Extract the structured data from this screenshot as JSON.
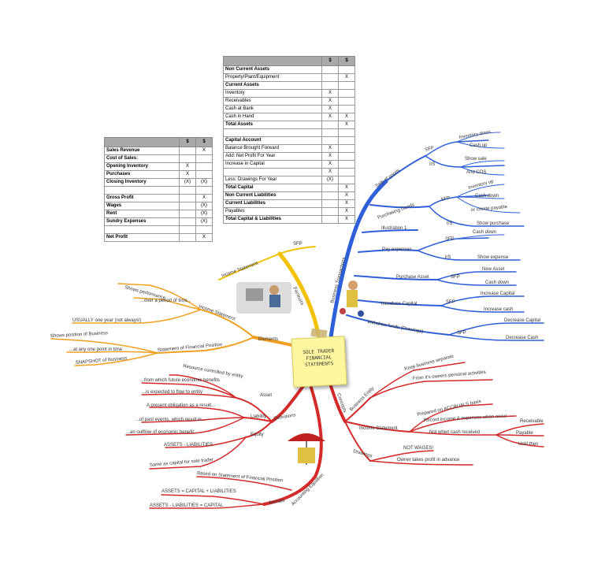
{
  "central_topic": [
    "SOLE TRADER",
    "FINANCIAL",
    "STATEMENTS"
  ],
  "branches": {
    "formats": {
      "label": "Formats",
      "children": [
        "Income Statement",
        "SFP"
      ]
    },
    "elements": {
      "label": "Elements",
      "income_statement": {
        "label": "Income Statement",
        "children": [
          "Shows performance",
          "...over a period of time...",
          "USUALLY one year (not always!)"
        ]
      },
      "sfp": {
        "label": "Statement of Financial Position",
        "children": [
          "Shows position of Business",
          "...at any one point in time",
          "SNAPSHOT of Business"
        ]
      }
    },
    "definitions": {
      "label": "Definitions",
      "asset": {
        "label": "Asset",
        "children": [
          "Resource controlled by entity",
          "...from which future economic benefits",
          "...is expected to flow to entity"
        ]
      },
      "liability": {
        "label": "Liability",
        "children": [
          "A present obligation as a result...",
          "...of past events, which result in...",
          "...an outflow of economic benefit"
        ]
      },
      "equity": {
        "label": "Equity",
        "children": [
          "ASSETS - LIABILITIES",
          "Same as capital for sole trader"
        ]
      }
    },
    "accounting_equation": {
      "label": "Accounting Equation",
      "children": [
        "Based on Statement of Financial Position"
      ],
      "formats": {
        "label": "formats",
        "children": [
          "ASSETS = CAPITAL + LIABILITIES",
          "ASSETS - LIABILITIES = CAPITAL"
        ]
      }
    },
    "concepts": {
      "label": "Concepts",
      "business_entity": {
        "label": "Business Entity",
        "children": [
          "Keep business separate",
          "From it's owners personal activities"
        ]
      },
      "income_statement": {
        "label": "Income Statement",
        "children": [
          "Prepared on ACCRUALS basis",
          "Record income & expenses when occur"
        ],
        "not_when": "Not when cash received",
        "not_when_children": [
          "Receivable",
          "Payable",
          "Until then"
        ]
      },
      "drawings": {
        "label": "Drawings",
        "children": [
          "NOT WAGES!",
          "Owner takes profit in advance"
        ]
      }
    },
    "business_transactions": {
      "label": "Business Transactions",
      "sale_of_goods": {
        "label": "Sale of goods",
        "sfp": {
          "label": "SFP",
          "children": [
            "Inventory down",
            "Cash up"
          ]
        },
        "is": {
          "label": "I/S",
          "children": [
            "Show sale",
            "And COS"
          ]
        }
      },
      "purchasing_goods": {
        "label": "Purchasing Goods",
        "sfp": {
          "label": "SFP",
          "children": [
            "Inventory up",
            "Cash down",
            "or create payable"
          ]
        },
        "is": {
          "label": "I/S",
          "children": [
            "Show purchase"
          ]
        }
      },
      "illustration": "Illustration 1",
      "pay_expenses": {
        "label": "Pay expenses",
        "sfp": {
          "label": "SFP",
          "children": [
            "Cash down"
          ]
        },
        "is": {
          "label": "I/S",
          "children": [
            "Show expense"
          ]
        }
      },
      "purchase_asset": {
        "label": "Purchase Asset",
        "sfp": {
          "label": "SFP",
          "children": [
            "New Asset",
            "Cash down"
          ]
        }
      },
      "introduce_capital": {
        "label": "Introduce Capital",
        "sfp": {
          "label": "SFP",
          "children": [
            "Increase Capital",
            "Increase cash"
          ]
        }
      },
      "withdraw_funds": {
        "label": "Withdraw funds (Drawings)",
        "sfp": {
          "label": "SFP",
          "children": [
            "Decrease Capital",
            "Decrease Cash"
          ]
        }
      }
    }
  },
  "income_table": {
    "headers": [
      "",
      "$",
      "$"
    ],
    "rows": [
      [
        "Sales Revenue",
        "",
        "X"
      ],
      [
        "Cost of Sales:",
        "",
        ""
      ],
      [
        "Opening Inventory",
        "X",
        ""
      ],
      [
        "Purchases",
        "X",
        ""
      ],
      [
        "Closing Inventory",
        "(X)",
        "(X)"
      ],
      [
        "",
        "",
        ""
      ],
      [
        "Gross Profit",
        "",
        "X"
      ],
      [
        "Wages",
        "",
        "(X)"
      ],
      [
        "Rent",
        "",
        "(X)"
      ],
      [
        "Sundry Expenses",
        "",
        "(X)"
      ],
      [
        "",
        "",
        ""
      ],
      [
        "Net Profit",
        "",
        "X"
      ]
    ]
  },
  "sfp_table": {
    "headers": [
      "",
      "$",
      "$"
    ],
    "rows": [
      [
        "Non Current Assets",
        "",
        ""
      ],
      [
        "Property/Plant/Equipment",
        "",
        "X"
      ],
      [
        "Current Assets",
        "",
        ""
      ],
      [
        "Inventory",
        "X",
        ""
      ],
      [
        "Receivables",
        "X",
        ""
      ],
      [
        "Cash at Bank",
        "X",
        ""
      ],
      [
        "Cash in Hand",
        "X",
        "X"
      ],
      [
        "Total Assets",
        "",
        "X"
      ],
      [
        "",
        "",
        ""
      ],
      [
        "Capital Account",
        "",
        ""
      ],
      [
        "Balance Brought Forward",
        "X",
        ""
      ],
      [
        "Add: Net Profit For Year",
        "X",
        ""
      ],
      [
        "Increase in Capital",
        "X",
        ""
      ],
      [
        "",
        "X",
        ""
      ],
      [
        "Less: Drawings For Year",
        "(X)",
        ""
      ],
      [
        "Total Capital",
        "",
        "X"
      ],
      [
        "Non Current Liabilities",
        "",
        "X"
      ],
      [
        "Current Liabilities",
        "",
        "X"
      ],
      [
        "Payables",
        "",
        "X"
      ],
      [
        "Total Capital & Liabilities",
        "",
        "X"
      ]
    ]
  },
  "colors": {
    "formats": "#f2c200",
    "elements": "#f0a020",
    "definitions": "#d42a2a",
    "concepts": "#d42a2a",
    "transactions": "#2f5fd8"
  }
}
